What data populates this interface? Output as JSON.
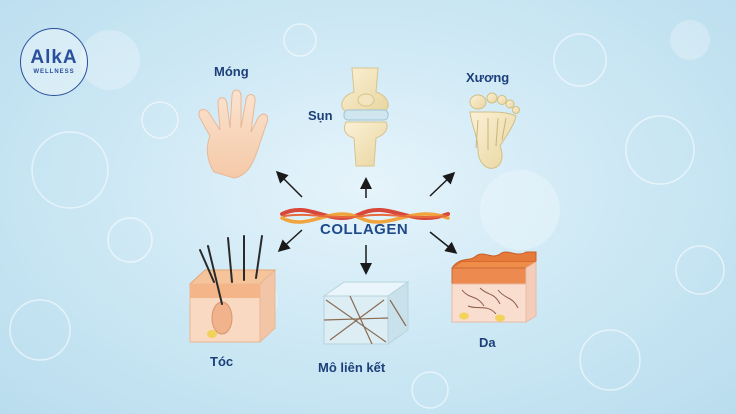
{
  "logo": {
    "name": "AlkA",
    "subtitle": "WELLNESS"
  },
  "diagram": {
    "center": "COLLAGEN",
    "nodes": {
      "nail": "Móng",
      "cartilage": "Sụn",
      "bone": "Xương",
      "hair": "Tóc",
      "connective_tissue": "Mô liên kết",
      "skin": "Da"
    }
  },
  "colors": {
    "label": "#1d3f7a",
    "arrow": "#1a1a1a",
    "fiber_red": "#d7473a",
    "fiber_orange": "#f0a43c"
  },
  "icons": [
    "hand-icon",
    "knee-joint-icon",
    "foot-bone-icon",
    "hair-skin-icon",
    "connective-tissue-icon",
    "skin-layer-icon",
    "collagen-fiber-icon"
  ]
}
